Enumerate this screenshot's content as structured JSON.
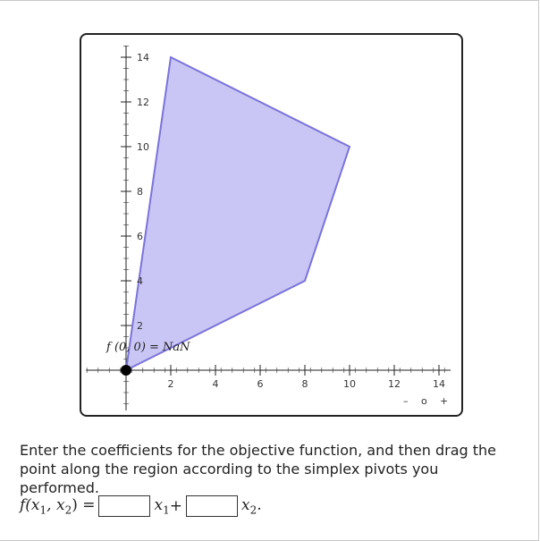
{
  "board": {
    "x_ticks": [
      "2",
      "4",
      "6",
      "8",
      "10",
      "12",
      "14"
    ],
    "y_ticks": [
      "2",
      "4",
      "6",
      "8",
      "10",
      "12",
      "14"
    ],
    "f_value_label": "f (0, 0) = NaN",
    "zoom_controls": {
      "minus": "–",
      "reset": "o",
      "plus": "+"
    },
    "region_fill_color": "#c9c6f5",
    "region_stroke_color": "#7b73d9",
    "point_color": "#000000"
  },
  "chart_data": {
    "type": "polygon",
    "region_vertices": [
      [
        0,
        0
      ],
      [
        2,
        14
      ],
      [
        10,
        10
      ],
      [
        8,
        4
      ]
    ],
    "draggable_point": [
      0,
      0
    ],
    "xlim": [
      -2,
      14.5
    ],
    "ylim": [
      -1.8,
      14.6
    ],
    "x_ticks": [
      2,
      4,
      6,
      8,
      10,
      12,
      14
    ],
    "y_ticks": [
      2,
      4,
      6,
      8,
      10,
      12,
      14
    ]
  },
  "instructions": "Enter the coefficients for the objective function, and then drag the point along the region according to the simplex pivots you performed.",
  "formula": {
    "lhs": "f(x",
    "sub1": "1",
    "mid": ", x",
    "sub2": "2",
    "close": ") =",
    "term1": "x",
    "term1_sub": "1",
    "plus": "+",
    "term2": "x",
    "term2_sub": "2",
    "end": ".",
    "coef1_value": "",
    "coef2_value": ""
  }
}
